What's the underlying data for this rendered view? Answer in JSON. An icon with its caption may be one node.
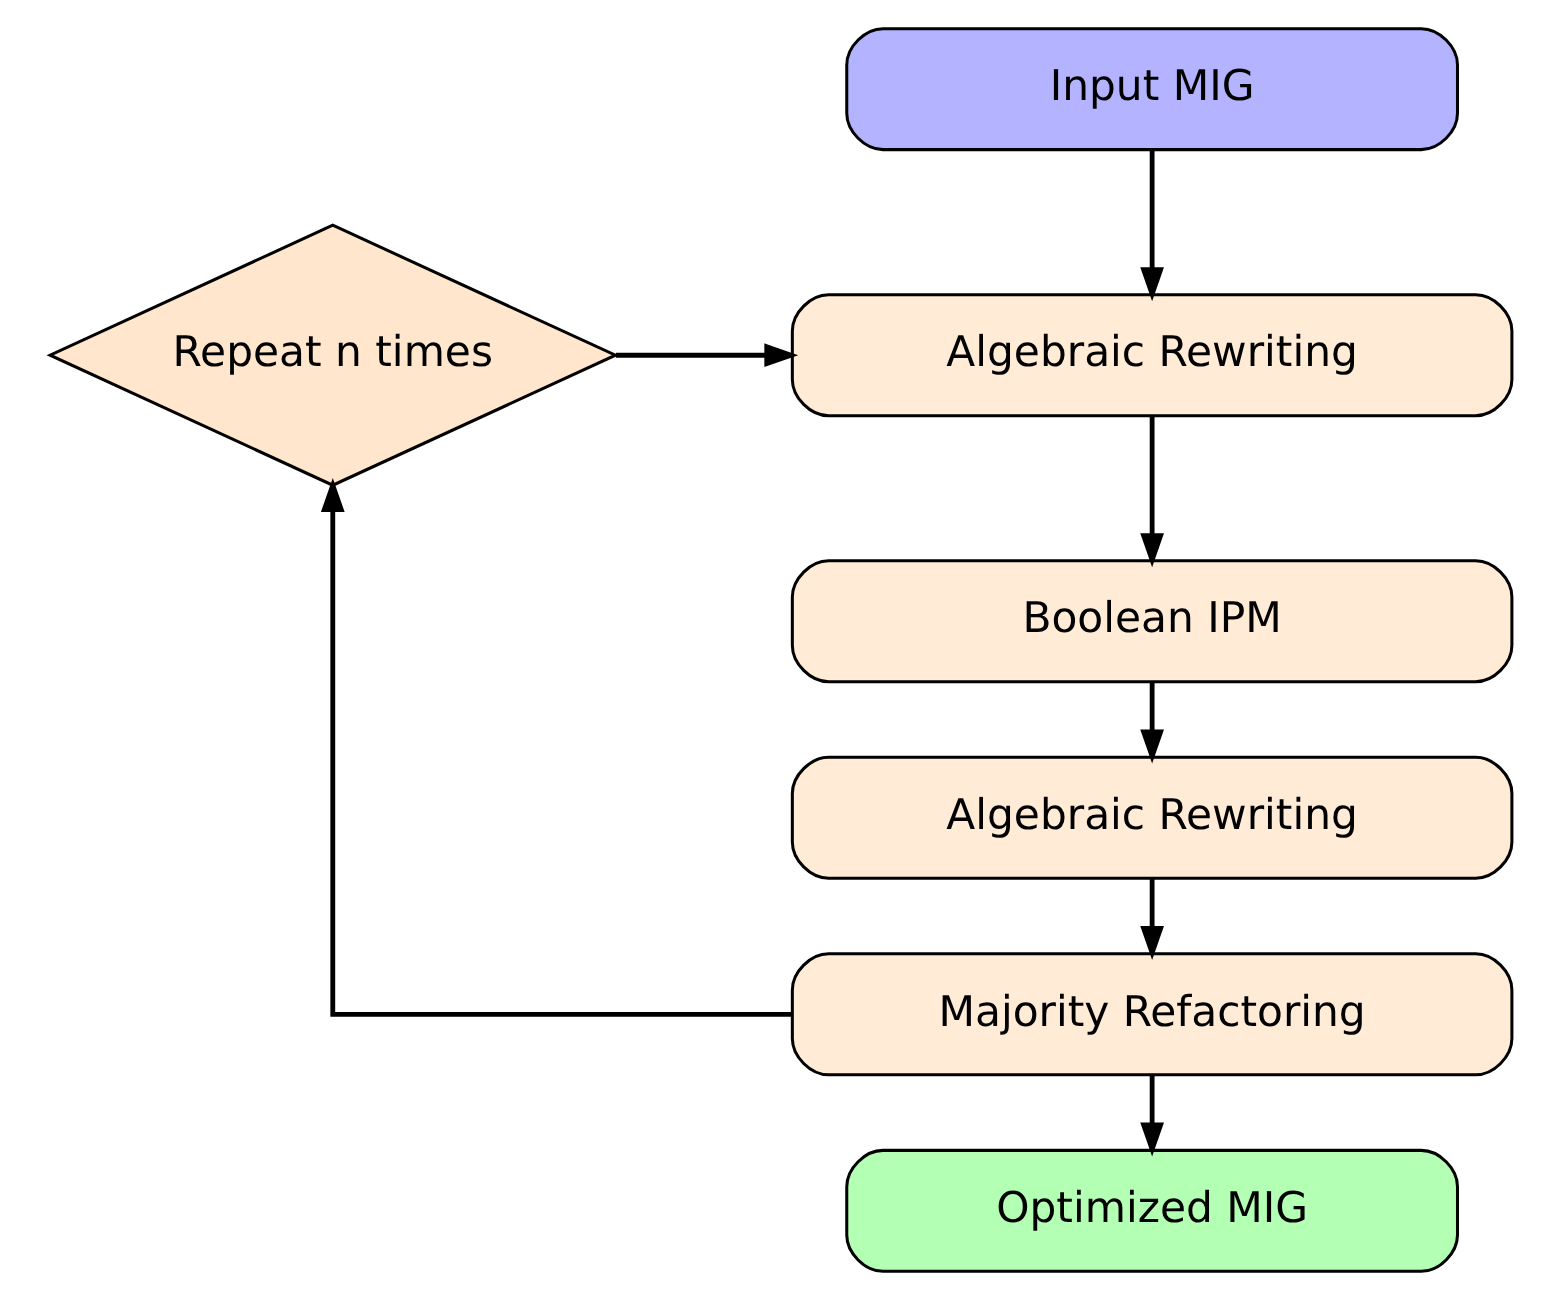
{
  "diagram": {
    "nodes": [
      {
        "text": [
          "Input MIG"
        ]
      },
      {
        "text": [
          "Repeat n times"
        ]
      },
      {
        "text": [
          "Algebraic Rewriting"
        ]
      },
      {
        "text": [
          "Boolean IPM"
        ]
      },
      {
        "text": [
          "Algebraic Rewriting"
        ]
      },
      {
        "text": [
          "Majority Refactoring"
        ]
      },
      {
        "text": [
          "Optimized MIG"
        ]
      }
    ],
    "edges": [
      {
        "from": 0,
        "to": 2,
        "arrow": "to"
      },
      {
        "from": 1,
        "to": 2,
        "arrow": "to"
      },
      {
        "from": 2,
        "to": 3,
        "arrow": "to"
      },
      {
        "from": 3,
        "to": 4,
        "arrow": "to"
      },
      {
        "from": 4,
        "to": 5,
        "arrow": "to"
      },
      {
        "from": 5,
        "to": 1,
        "arrow": "to"
      },
      {
        "from": 5,
        "to": 6,
        "arrow": "to"
      }
    ]
  }
}
